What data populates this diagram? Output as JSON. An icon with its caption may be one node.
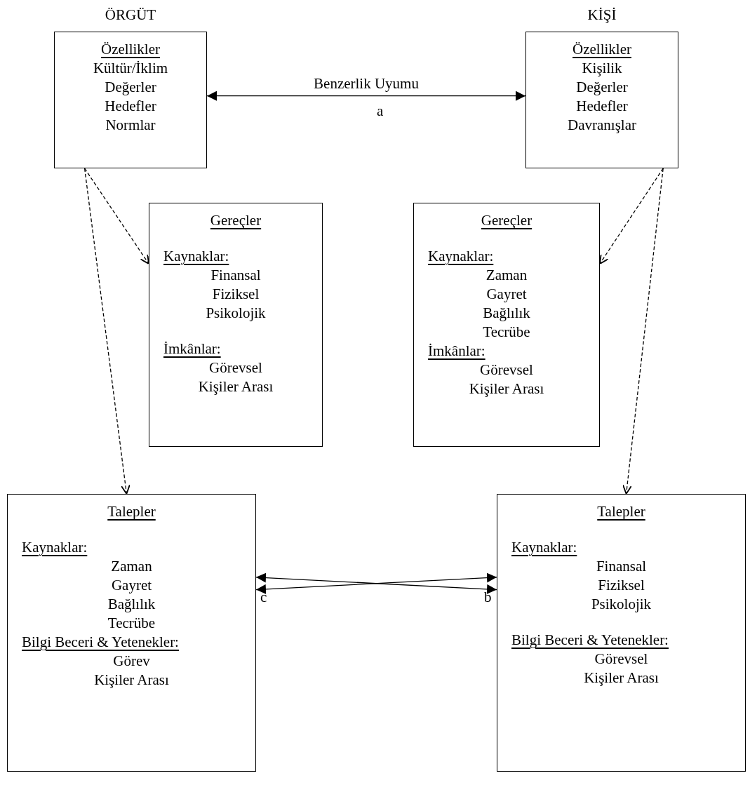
{
  "diagram": {
    "nodes": [
      {
        "text": [
          "ÖRGÜT",
          "Özellikler",
          "Kültür/İklim",
          "Değerler",
          "Hedefler",
          "Normlar"
        ]
      },
      {
        "text": [
          "KİŞİ",
          "Özellikler",
          "Kişilik",
          "Değerler",
          "Hedefler",
          "Davranışlar"
        ]
      },
      {
        "text": [
          "Gereçler",
          "Kaynaklar:",
          "Finansal",
          "Fiziksel",
          "Psikolojik",
          "İmkânlar:",
          "Görevsel",
          "Kişiler Arası"
        ]
      },
      {
        "text": [
          "Gereçler",
          "Kaynaklar:",
          "Zaman",
          "Gayret",
          "Bağlılık",
          "Tecrübe",
          "İmkânlar:",
          "Görevsel",
          "Kişiler Arası"
        ]
      },
      {
        "text": [
          "Talepler",
          "Kaynaklar:",
          "Zaman",
          "Gayret",
          "Bağlılık",
          "Tecrübe",
          "Bilgi Beceri & Yetenekler:",
          "Görev",
          "Kişiler Arası"
        ]
      },
      {
        "text": [
          "Talepler",
          "Kaynaklar:",
          "Finansal",
          "Fiziksel",
          "Psikolojik",
          "Bilgi Beceri & Yetenekler:",
          "Görevsel",
          "Kişiler Arası"
        ]
      }
    ],
    "edges": [
      {
        "from": 0,
        "to": 1,
        "arrow": "both",
        "label": "Benzerlik Uyumu"
      },
      {
        "from": 0,
        "to": 2,
        "arrow": "to",
        "style": "dashed"
      },
      {
        "from": 0,
        "to": 4,
        "arrow": "to",
        "style": "dashed"
      },
      {
        "from": 1,
        "to": 3,
        "arrow": "to",
        "style": "dashed"
      },
      {
        "from": 1,
        "to": 5,
        "arrow": "to",
        "style": "dashed"
      },
      {
        "from": 4,
        "to": 5,
        "arrow": "both"
      },
      {
        "from": 4,
        "to": 5,
        "arrow": "both"
      }
    ],
    "labels": [
      "a",
      "c",
      "b"
    ]
  }
}
